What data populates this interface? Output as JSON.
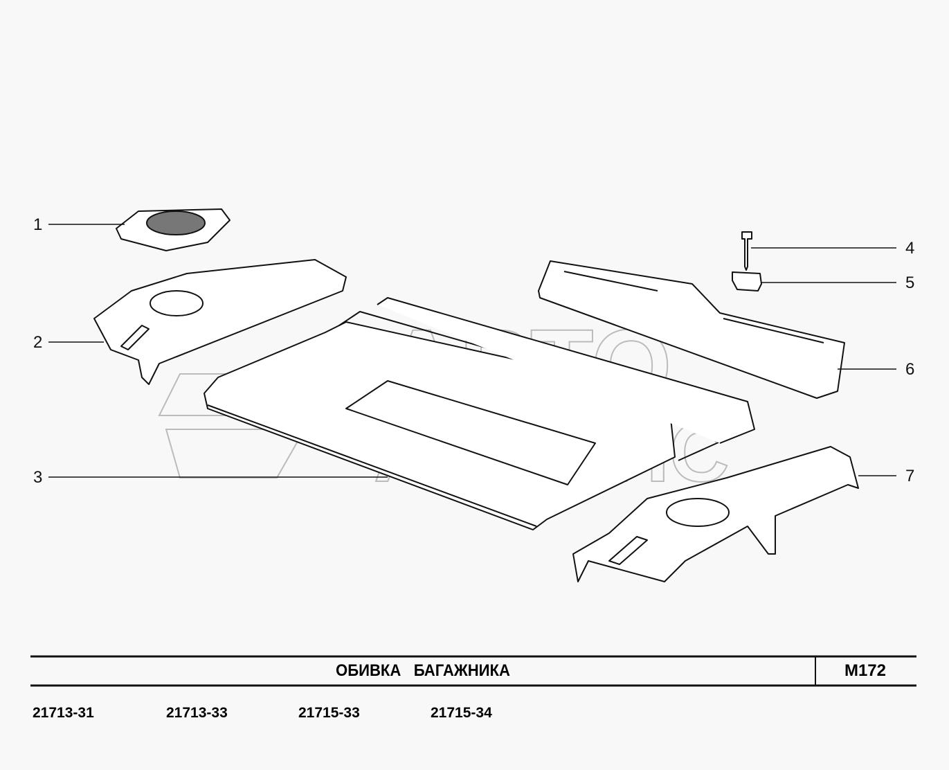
{
  "diagram": {
    "title": "ОБИВКА   БАГАЖНИКА",
    "code": "M172",
    "callouts": [
      "1",
      "2",
      "3",
      "4",
      "5",
      "6",
      "7"
    ],
    "models": [
      "21713-31",
      "21713-33",
      "21715-33",
      "21715-34"
    ],
    "watermark": [
      "АВТО",
      "АЛЬЯНС"
    ]
  }
}
